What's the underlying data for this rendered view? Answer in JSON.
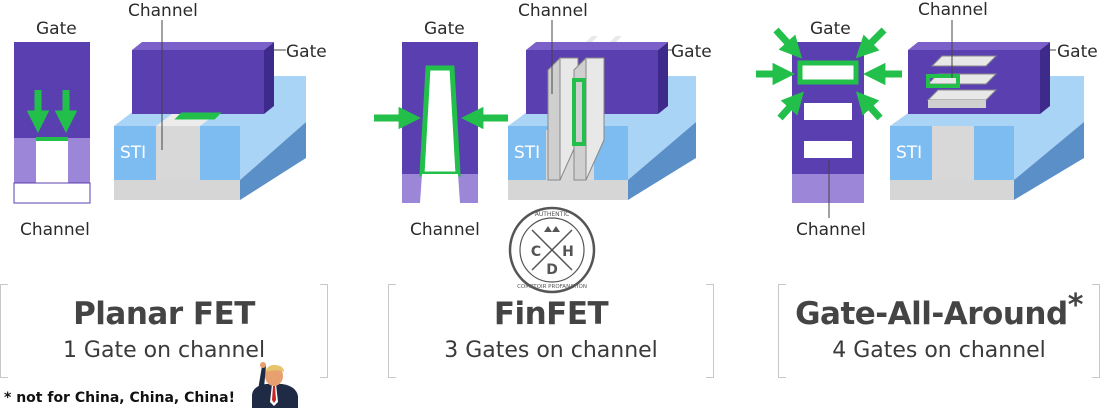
{
  "labels": {
    "gate": "Gate",
    "channel": "Channel",
    "sti": "STI"
  },
  "cards": [
    {
      "title": "Planar FET",
      "subtitle": "1 Gate on channel"
    },
    {
      "title": "FinFET",
      "subtitle": "3 Gates on channel"
    },
    {
      "title": "Gate-All-Around",
      "title_mark": "*",
      "subtitle": "4 Gates on channel"
    }
  ],
  "footnote": "* not for China, China, China!",
  "stamp": {
    "top_text": "AUTHENTIC",
    "bottom_text": "COMPTOIR PROFANATION",
    "letters": [
      "C",
      "H",
      "D"
    ]
  },
  "colors": {
    "gate_purple": "#5a3fb0",
    "gate_purple_dark": "#4a2f9b",
    "gate_light": "#9b86d8",
    "substrate_blue": "#7dbcf0",
    "substrate_light": "#a9d4f6",
    "silicon_gray": "#d8d8d8",
    "channel_green": "#22c04a"
  },
  "icons": [
    "arrow-icon",
    "stamp-logo",
    "person-figure"
  ]
}
